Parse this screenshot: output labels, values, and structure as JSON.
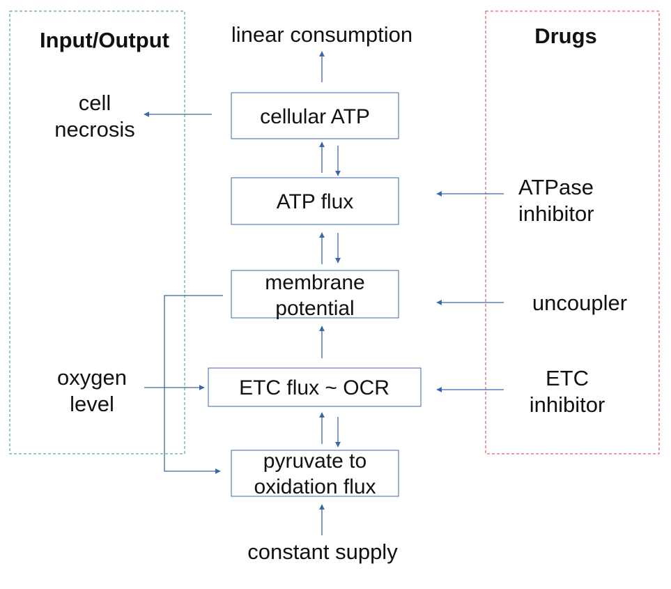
{
  "groups": {
    "input_output": {
      "title": "Input/Output",
      "border_color": "#2e9e4f"
    },
    "drugs": {
      "title": "Drugs",
      "border_color": "#e03b3b"
    }
  },
  "boxes": {
    "cellular_atp": "cellular ATP",
    "atp_flux": "ATP flux",
    "membrane_potential": [
      "membrane",
      "potential"
    ],
    "etc_flux": "ETC flux ~ OCR",
    "pyruvate_flux": [
      "pyruvate to",
      "oxidation flux"
    ]
  },
  "io": {
    "linear_consumption": "linear consumption",
    "cell_necrosis": [
      "cell",
      "necrosis"
    ],
    "oxygen_level": [
      "oxygen",
      "level"
    ],
    "constant_supply": "constant supply"
  },
  "drugs": {
    "atpase_inhibitor": [
      "ATPase",
      "inhibitor"
    ],
    "uncoupler": "uncoupler",
    "etc_inhibitor": [
      "ETC",
      "inhibitor"
    ]
  },
  "colors": {
    "box_border": "#3b66a8",
    "arrow": "#3b66a8",
    "text": "#111111"
  }
}
